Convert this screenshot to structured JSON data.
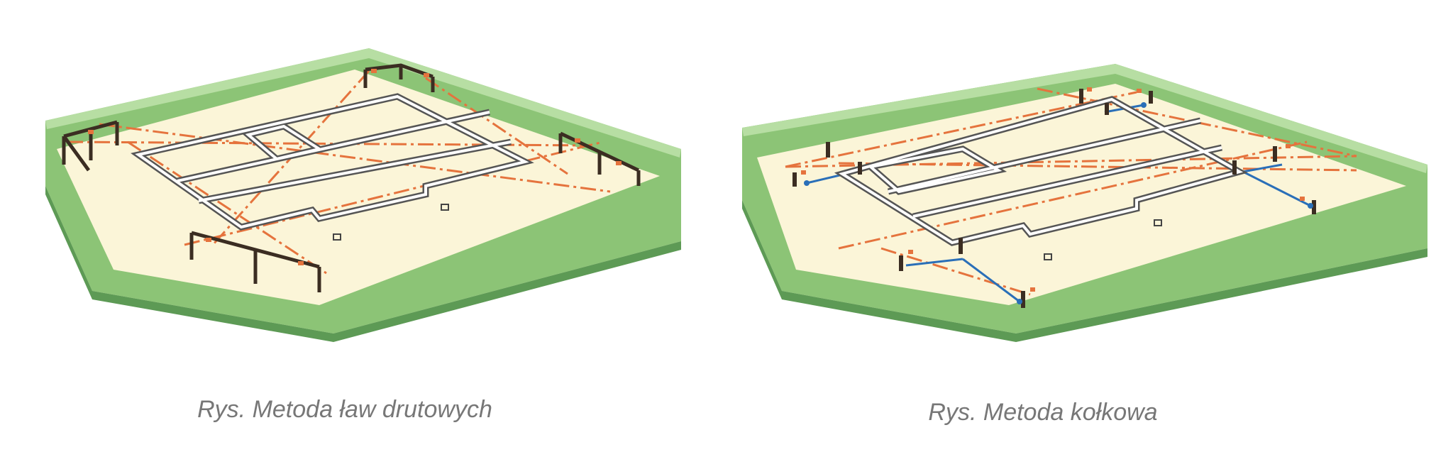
{
  "figures": [
    {
      "caption": "Rys. Metoda ław drutowych",
      "method": "batter-boards"
    },
    {
      "caption": "Rys. Metoda kołkowa",
      "method": "stakes"
    }
  ],
  "colors": {
    "grass": "#8cc476",
    "grass_light": "#b7dea3",
    "grass_edge": "#5d9a55",
    "sand": "#fbf5d8",
    "sand_side": "#efe6b8",
    "foundation": "#555555",
    "foundation_fill": "#ffffff",
    "guide_line": "#e5733d",
    "measure_line": "#2a6fb8",
    "post": "#3b2d22",
    "caption": "#777777"
  }
}
